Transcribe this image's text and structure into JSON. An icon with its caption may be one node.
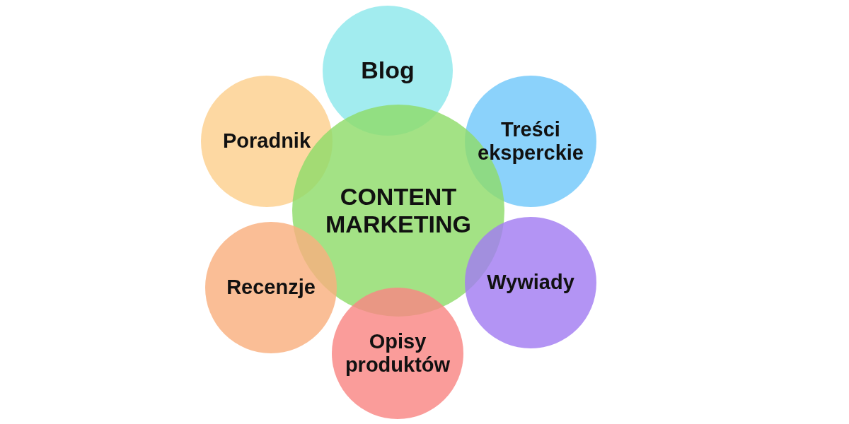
{
  "diagram": {
    "nodes": [
      {
        "text": [
          "Blog"
        ]
      },
      {
        "text": [
          "Poradnik"
        ]
      },
      {
        "text": [
          "Treści eksperckie"
        ]
      },
      {
        "text": [
          "CONTENT MARKETING"
        ]
      },
      {
        "text": [
          "Recenzje"
        ]
      },
      {
        "text": [
          "Wywiady"
        ]
      },
      {
        "text": [
          "Opisy produktów"
        ]
      }
    ]
  }
}
